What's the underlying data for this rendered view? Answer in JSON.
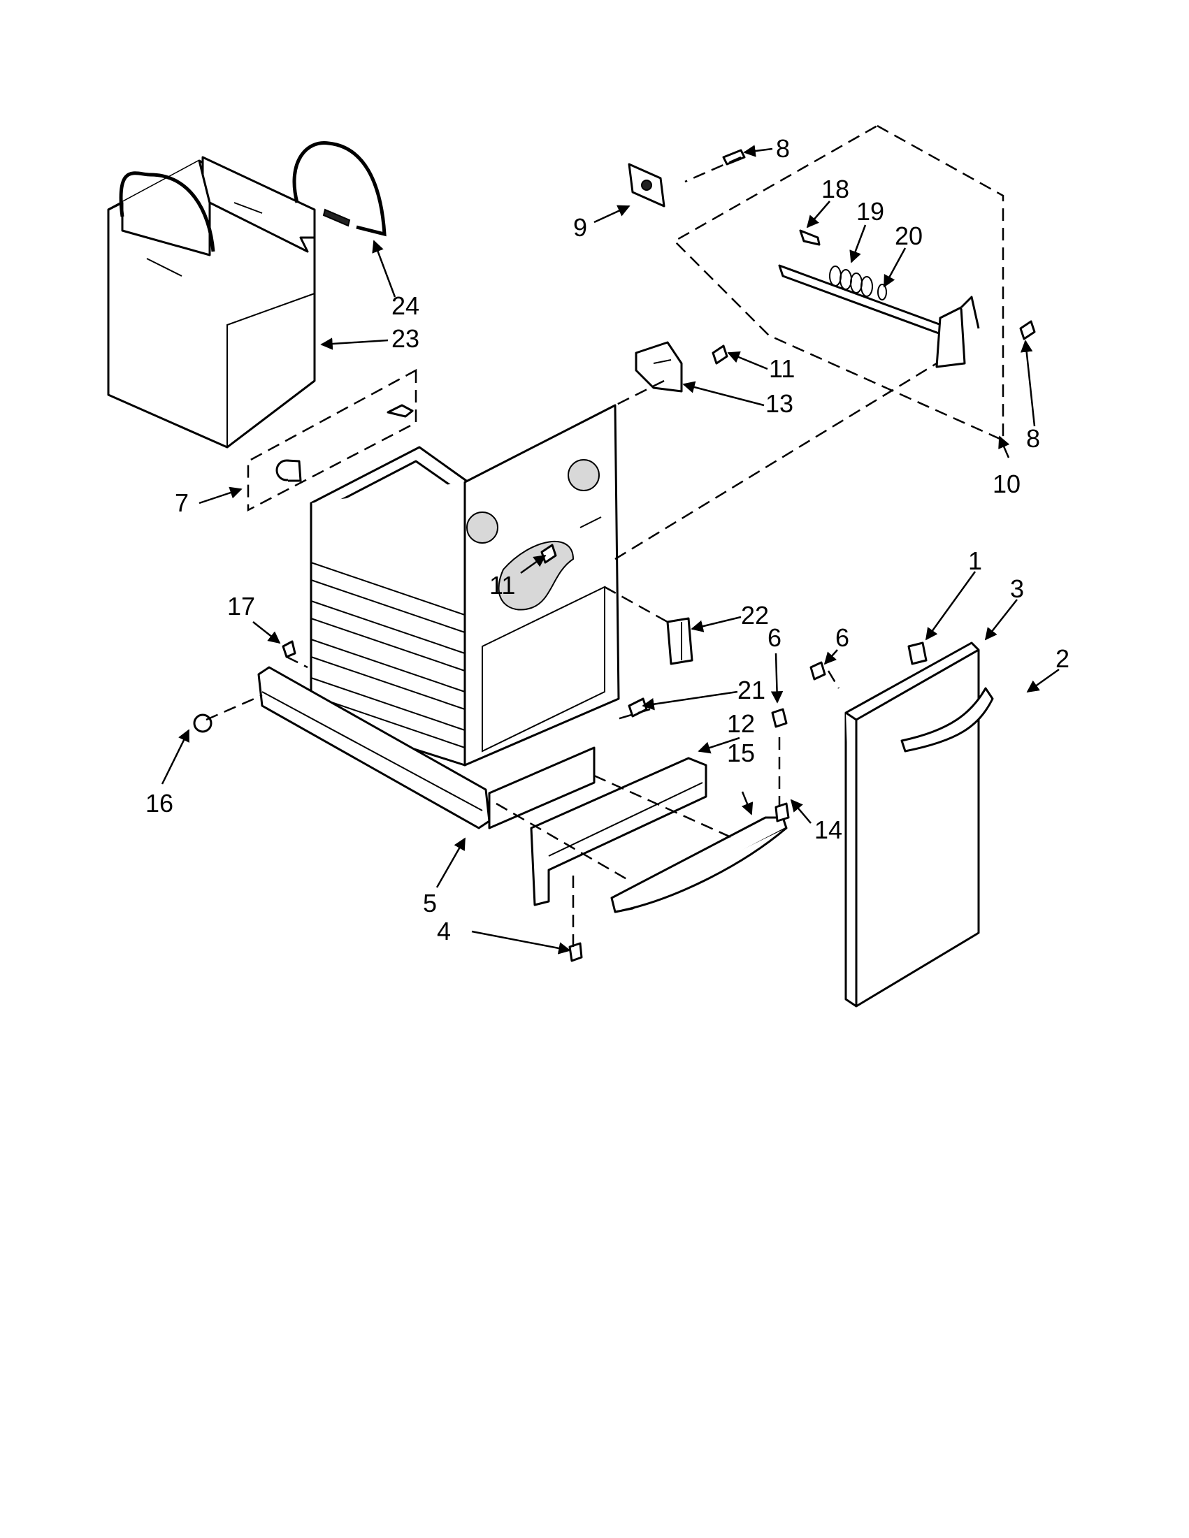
{
  "callouts": [
    "1",
    "2",
    "3",
    "4",
    "5",
    "6",
    "6",
    "7",
    "8",
    "8",
    "9",
    "10",
    "11",
    "11",
    "12",
    "13",
    "14",
    "15",
    "16",
    "17",
    "18",
    "19",
    "20",
    "21",
    "22",
    "23",
    "24"
  ]
}
